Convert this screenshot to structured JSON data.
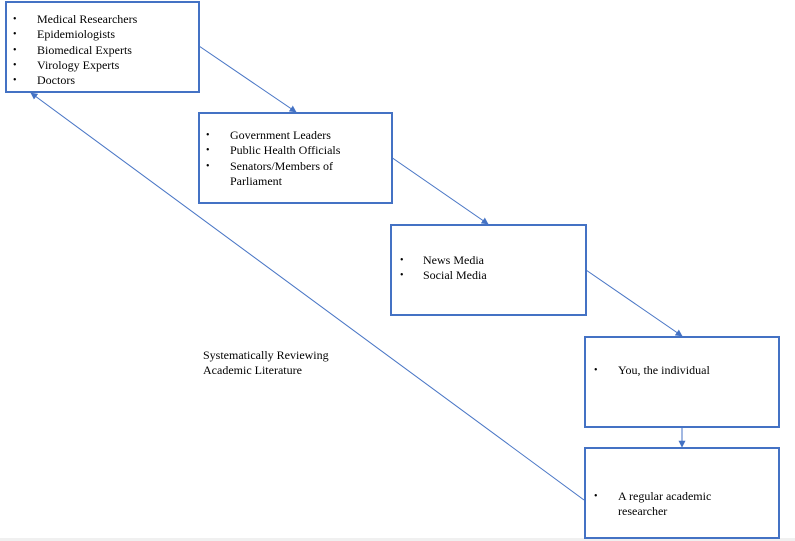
{
  "colors": {
    "border": "#4472c4",
    "arrow": "#4472c4",
    "text": "#000000"
  },
  "bullet_glyph": "•",
  "boxes": {
    "researchers": {
      "items": [
        "Medical Researchers",
        "Epidemiologists",
        "Biomedical Experts",
        "Virology Experts",
        "Doctors"
      ]
    },
    "government": {
      "items": [
        "Government Leaders",
        "Public Health Officials",
        "Senators/Members of Parliament"
      ]
    },
    "media": {
      "items": [
        "News Media",
        "Social Media"
      ]
    },
    "individual": {
      "items": [
        "You, the individual"
      ]
    },
    "academic": {
      "items": [
        "A regular academic researcher"
      ]
    }
  },
  "feedback_label": {
    "line1": "Systematically Reviewing",
    "line2": "Academic Literature"
  }
}
